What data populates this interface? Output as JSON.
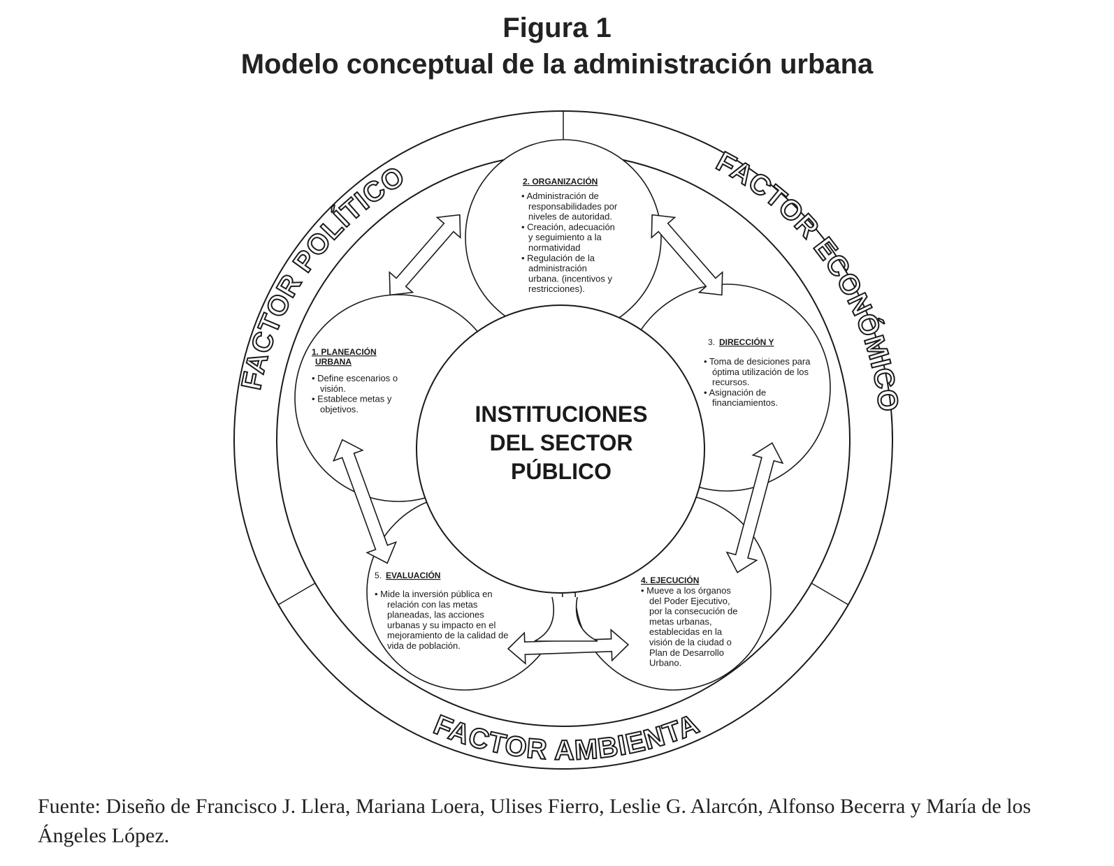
{
  "figure": {
    "label": "Figura 1",
    "title": "Modelo conceptual de la administración urbana"
  },
  "factors": {
    "politico": "FACTOR POLÍTICO",
    "economico": "FACTOR ECONÓMICO",
    "ambiental": "FACTOR AMBIENTAL"
  },
  "center": {
    "line1": "INSTITUCIONES",
    "line2": "DEL SECTOR",
    "line3": "PÚBLICO"
  },
  "organizacion": {
    "heading": "2. ORGANIZACIÓN",
    "lines": [
      "• Administración de",
      "responsabilidades por",
      "niveles de autoridad.",
      "• Creación, adecuación",
      "y seguimiento a la",
      "normatividad",
      "• Regulación de la",
      "administración",
      "urbana. (incentivos y",
      "restricciones)."
    ]
  },
  "planeacion": {
    "heading_line1": "1. PLANEACIÓN",
    "heading_line2": "URBANA",
    "lines": [
      "• Define escenarios o",
      "visión.",
      "• Establece metas y",
      "objetivos."
    ]
  },
  "direccion": {
    "number": "3.",
    "heading": "DIRECCIÓN Y",
    "lines": [
      "• Toma de desiciones para",
      "óptima utilización de los",
      "recursos.",
      "• Asignación de",
      "financiamientos."
    ]
  },
  "ejecucion": {
    "heading": "4. EJECUCIÓN",
    "lines": [
      "• Mueve a los órganos",
      "del Poder Ejecutivo,",
      "por la consecución de",
      "metas urbanas,",
      "establecidas en la",
      "visión de la ciudad o",
      "Plan de Desarrollo",
      "Urbano."
    ]
  },
  "evaluacion": {
    "number": "5.",
    "heading": "EVALUACIÓN",
    "lines": [
      "• Mide  la inversión pública  en",
      "relación con las metas",
      "planeadas, las acciones",
      "urbanas  y su impacto en el",
      "mejoramiento de la calidad de",
      "vida de población."
    ]
  },
  "source": "Fuente: Diseño de Francisco J. Llera, Mariana Loera, Ulises Fierro, Leslie G. Alarcón, Alfonso Becerra y María de los Ángeles López.",
  "colors": {
    "line": "#1a1a1a",
    "background": "#ffffff"
  }
}
